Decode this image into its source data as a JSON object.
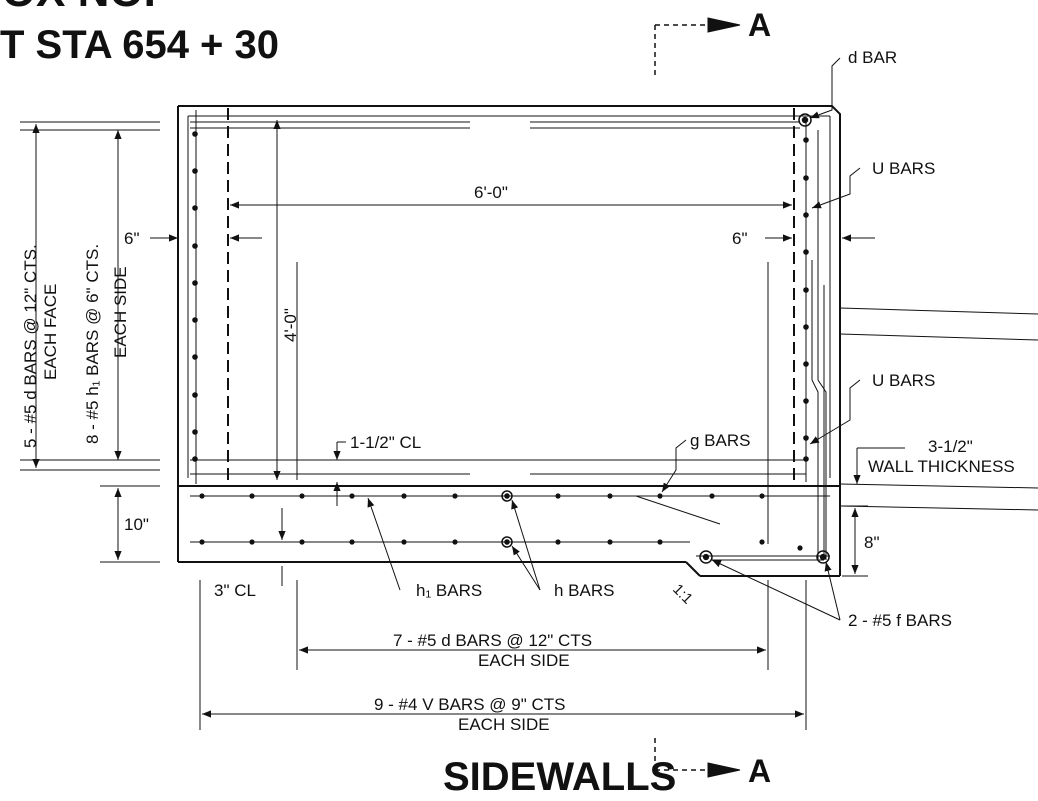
{
  "title": {
    "line1": "BOX  NOP",
    "line2": "T  STA  654 + 30"
  },
  "section_marker": {
    "top": "A",
    "bottom": "A"
  },
  "caption": "SIDEWALLS",
  "labels": {
    "d_bar": "d BAR",
    "u_bars_top": "U BARS",
    "u_bars_bottom": "U BARS",
    "width_6ft": "6'-0\"",
    "height_4ft": "4'-0\"",
    "left_6in": "6\"",
    "right_6in": "6\"",
    "cl_1_5": "1-1/2\" CL",
    "g_bars": "g BARS",
    "wall_dim": "3-1/2\"",
    "wall_thickness": "WALL THICKNESS",
    "dim_10in": "10\"",
    "dim_8in": "8\"",
    "cl_3in": "3\" CL",
    "h1_bars": "h₁ BARS",
    "h_bars": "h BARS",
    "slope": "1:1",
    "f_bars": "2 - #5 f BARS",
    "d_bars_side_1": "7 - #5 d BARS @ 12\" CTS",
    "d_bars_side_2": "EACH SIDE",
    "v_bars_1": "9 - #4 V BARS @ 9\" CTS",
    "v_bars_2": "EACH SIDE",
    "left_vert_1": "5 - #5 d BARS @ 12\" CTS.",
    "left_vert_2": "EACH FACE",
    "h1_vert_1": "8 - #5 h₁ BARS @ 6\" CTS.",
    "h1_vert_2": "EACH SIDE"
  },
  "colors": {
    "ink": "#111111",
    "background": "#ffffff"
  }
}
